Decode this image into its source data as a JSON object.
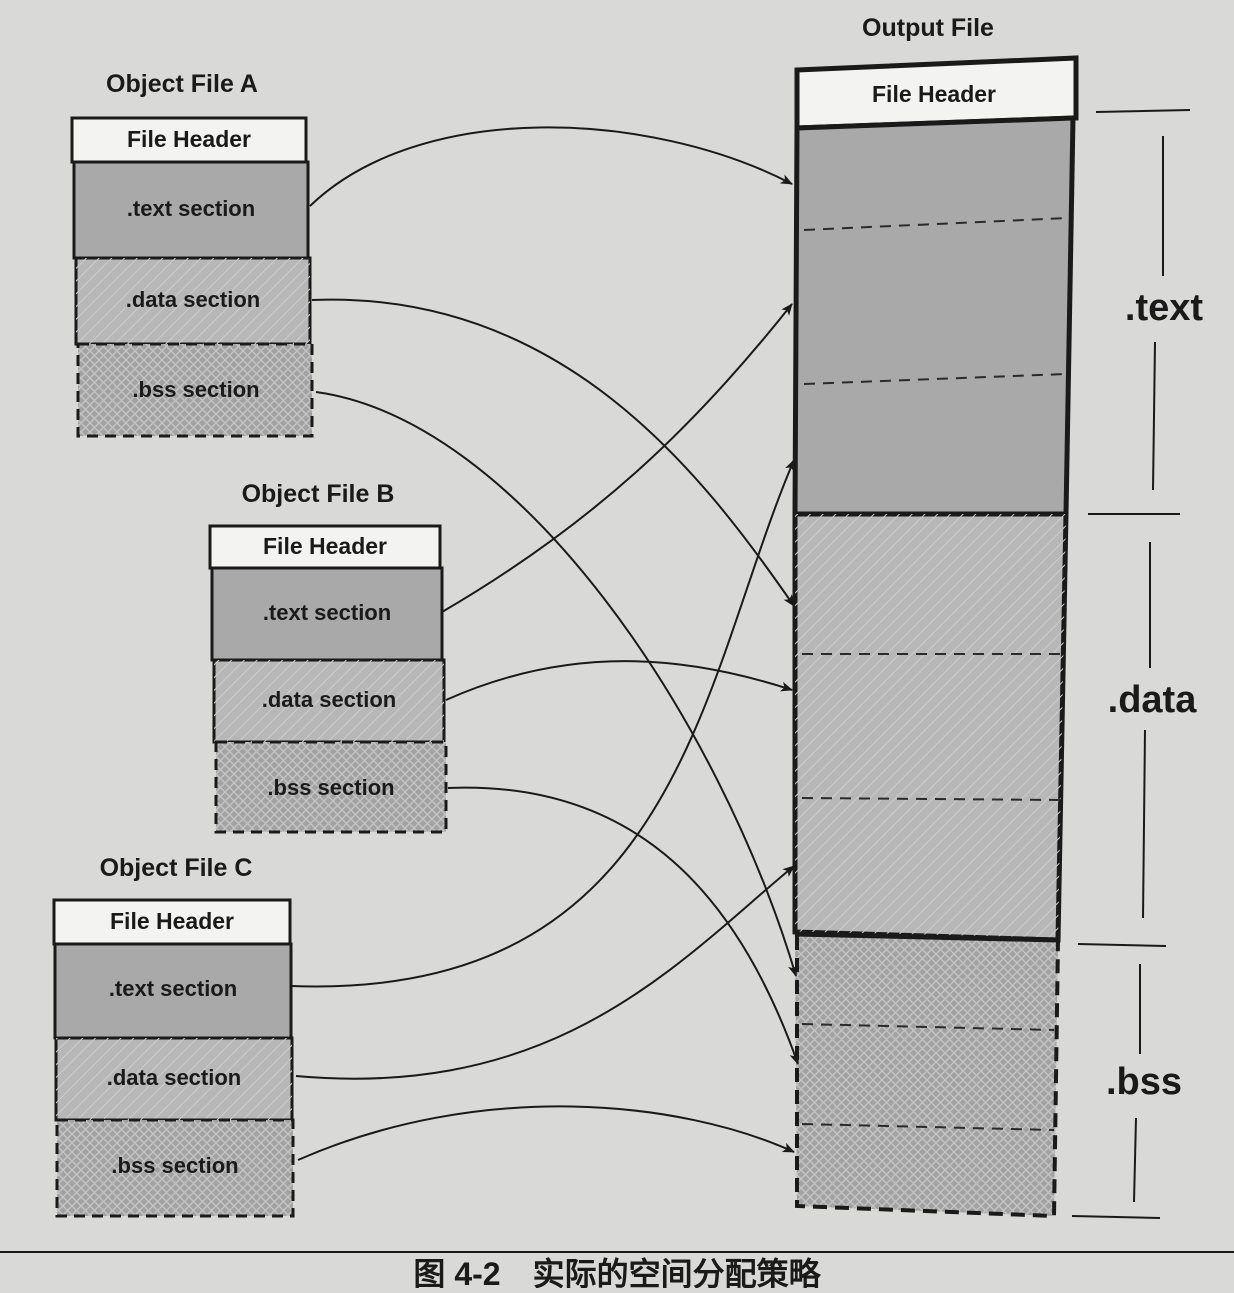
{
  "object_files": [
    {
      "title": "Object File A",
      "header": "File Header",
      "sections": [
        {
          "label": ".text section",
          "kind": "text"
        },
        {
          "label": ".data section",
          "kind": "data"
        },
        {
          "label": ".bss section",
          "kind": "bss"
        }
      ]
    },
    {
      "title": "Object File B",
      "header": "File Header",
      "sections": [
        {
          "label": ".text section",
          "kind": "text"
        },
        {
          "label": ".data section",
          "kind": "data"
        },
        {
          "label": ".bss section",
          "kind": "bss"
        }
      ]
    },
    {
      "title": "Object File C",
      "header": "File Header",
      "sections": [
        {
          "label": ".text section",
          "kind": "text"
        },
        {
          "label": ".data section",
          "kind": "data"
        },
        {
          "label": ".bss section",
          "kind": "bss"
        }
      ]
    }
  ],
  "output_file": {
    "title": "Output File",
    "header": "File Header",
    "segments": [
      {
        "label": ".text",
        "kind": "text"
      },
      {
        "label": ".data",
        "kind": "data"
      },
      {
        "label": ".bss",
        "kind": "bss"
      }
    ]
  },
  "caption": "图 4-2　实际的空间分配策略",
  "colors": {
    "paper": "#d9d9d7",
    "text_fill": "#a9a9a9",
    "data_fill": "#b7b7b7",
    "bss_fill": "#a2a2a2",
    "header_fill": "#f3f3f1",
    "ink": "#1a1a1a"
  }
}
